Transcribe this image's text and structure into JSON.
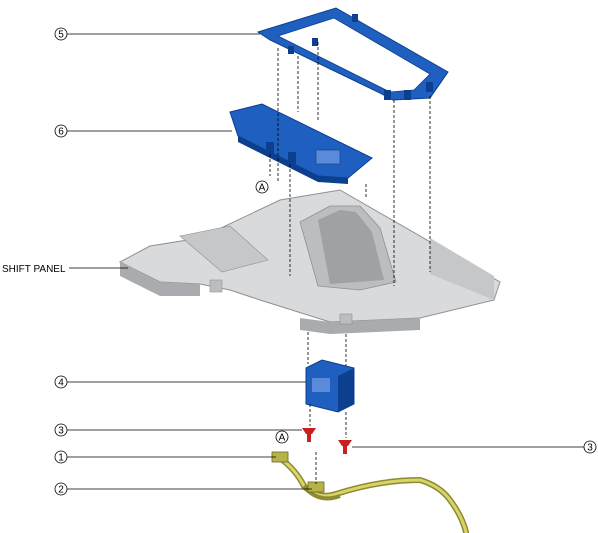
{
  "callouts": {
    "c5": "5",
    "c6": "6",
    "c4": "4",
    "c3_left": "3",
    "c3_right": "3",
    "c1": "1",
    "c2": "2",
    "a_top": "A",
    "a_bottom": "A"
  },
  "labels": {
    "shift_panel": "SHIFT PANEL"
  },
  "colors": {
    "blue_part": "#1f5fbf",
    "blue_dark": "#0d3f8f",
    "panel_gray": "#d9dadc",
    "panel_dark": "#a9abae",
    "screw_red": "#c8201e",
    "harness_yellow": "#b6b24a"
  }
}
